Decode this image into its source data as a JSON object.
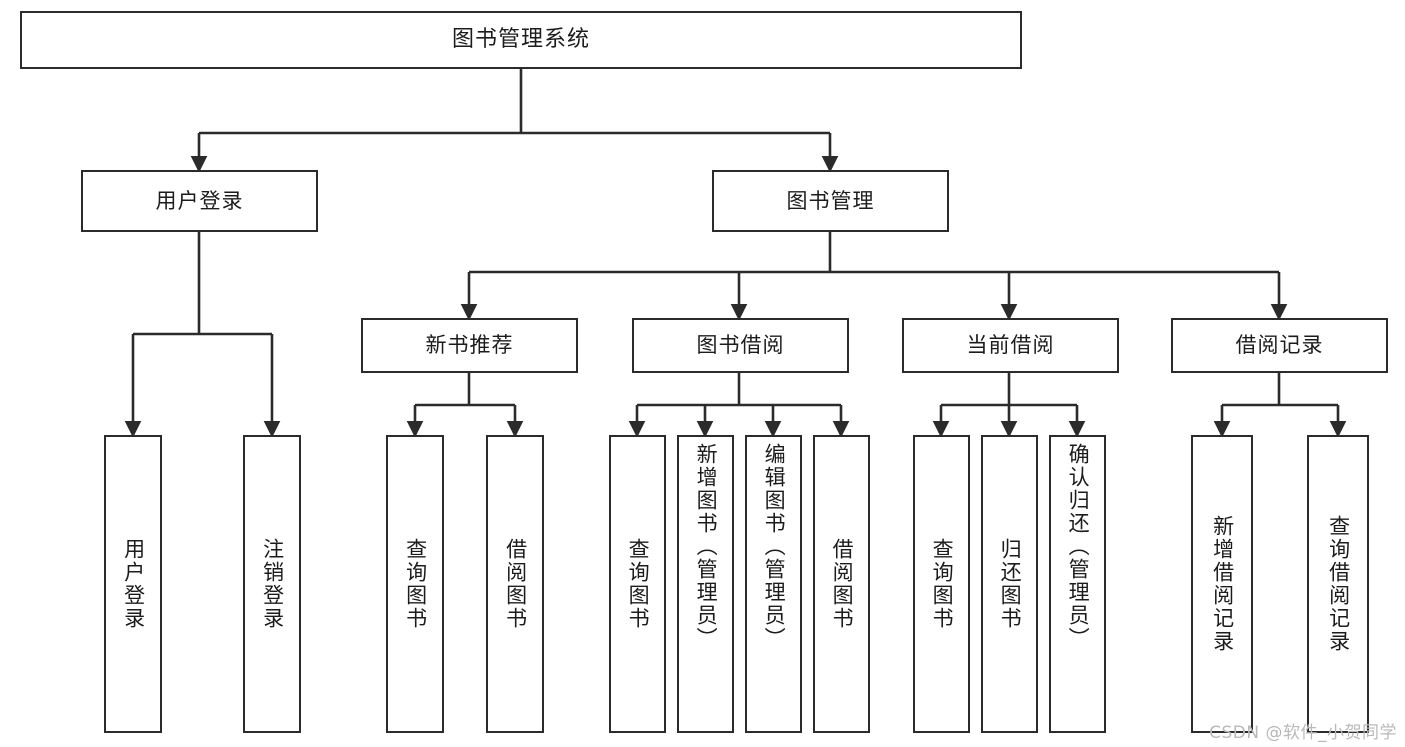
{
  "diagram": {
    "title": "图书管理系统",
    "type": "tree",
    "watermark": "CSDN @软件_小贺同学",
    "colors": {
      "border": "#2b2b2b",
      "background": "#ffffff",
      "text": "#1c1c1c",
      "edge": "#2b2b2b",
      "watermark": "#b9b9b9"
    },
    "nodes": {
      "root": {
        "label": "图书管理系统"
      },
      "level2": [
        {
          "id": "user-login",
          "label": "用户登录"
        },
        {
          "id": "book-manage",
          "label": "图书管理"
        }
      ],
      "level3": [
        {
          "id": "new-book-recommend",
          "label": "新书推荐"
        },
        {
          "id": "book-borrow",
          "label": "图书借阅"
        },
        {
          "id": "current-borrow",
          "label": "当前借阅"
        },
        {
          "id": "borrow-record",
          "label": "借阅记录"
        }
      ],
      "leaves": {
        "user-login": [
          {
            "id": "leaf-user-login",
            "label": "用户登录"
          },
          {
            "id": "leaf-user-logout",
            "label": "注销登录"
          }
        ],
        "new-book-recommend": [
          {
            "id": "leaf-query-book-1",
            "label": "查询图书"
          },
          {
            "id": "leaf-borrow-book-1",
            "label": "借阅图书"
          }
        ],
        "book-borrow": [
          {
            "id": "leaf-query-book-2",
            "label": "查询图书"
          },
          {
            "id": "leaf-add-book",
            "label": "新增图书（管理员）"
          },
          {
            "id": "leaf-edit-book",
            "label": "编辑图书（管理员）"
          },
          {
            "id": "leaf-borrow-book-2",
            "label": "借阅图书"
          }
        ],
        "current-borrow": [
          {
            "id": "leaf-query-book-3",
            "label": "查询图书"
          },
          {
            "id": "leaf-return-book",
            "label": "归还图书"
          },
          {
            "id": "leaf-confirm-return",
            "label": "确认归还（管理员）"
          }
        ],
        "borrow-record": [
          {
            "id": "leaf-add-record",
            "label": "新增借阅记录"
          },
          {
            "id": "leaf-query-record",
            "label": "查询借阅记录"
          }
        ]
      }
    }
  }
}
